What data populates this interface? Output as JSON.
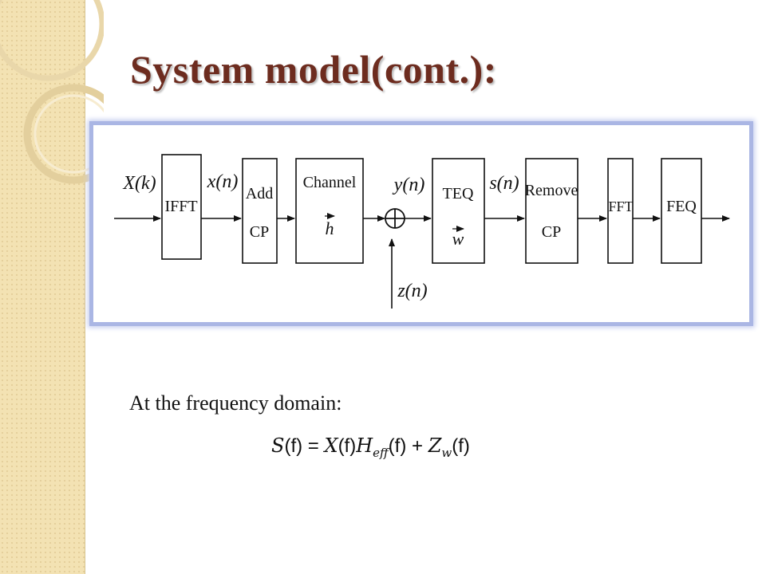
{
  "slide": {
    "title": "System model(cont.):",
    "caption": "At the frequency domain:"
  },
  "diagram": {
    "input_label": "X(k)",
    "signal_after_ifft": "x(n)",
    "channel_output": "y(n)",
    "teq_output": "s(n)",
    "noise_label": "z(n)",
    "blocks": {
      "ifft": "IFFT",
      "add_cp_line1": "Add",
      "add_cp_line2": "CP",
      "channel_line1": "Channel",
      "channel_line2": "h",
      "teq_line1": "TEQ",
      "teq_line2": "w",
      "remove_cp_line1": "Remove",
      "remove_cp_line2": "CP",
      "fft": "FFT",
      "feq": "FEQ"
    }
  },
  "equation": {
    "lhs": "S",
    "arg": "(f)",
    "eq": " = ",
    "x": "X",
    "h": "H",
    "h_sub": "eff",
    "plus": " + ",
    "z": "Z",
    "z_sub": "w"
  },
  "colors": {
    "title": "#6d2c1f",
    "frame_border": "#aab6e4",
    "sidebar": "#f3e2b3"
  }
}
